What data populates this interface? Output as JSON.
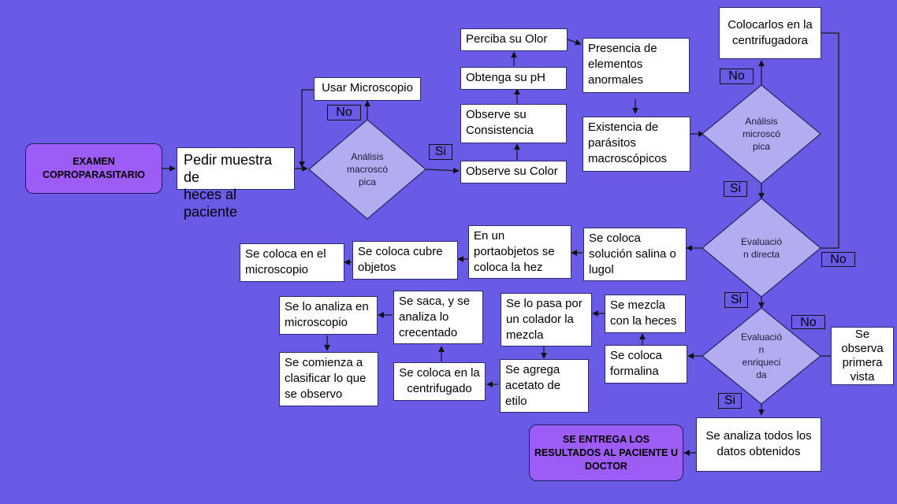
{
  "start": [
    "EXAMEN",
    "COPROPARASITARIO"
  ],
  "end": [
    "SE ENTREGA LOS",
    "RESULTADOS AL PACIENTE U",
    "DOCTOR"
  ],
  "boxes": {
    "pedir": [
      "Pedir muestra de",
      "heces al paciente"
    ],
    "usar_micro": [
      "Usar Microscopio"
    ],
    "color": [
      "Observe su Color"
    ],
    "consistencia": [
      "Observe su",
      "Consistencia"
    ],
    "ph": [
      "Obtenga su pH"
    ],
    "olor": [
      "Perciba su Olor"
    ],
    "presencia": [
      "Presencia de",
      "elementos",
      "anormales"
    ],
    "existencia": [
      "Existencia de",
      "parásitos",
      "macroscópicos"
    ],
    "centrifugadora": [
      "Colocarlos en la",
      "centrifugadora"
    ],
    "salina": [
      "Se coloca",
      "solución salina o",
      "lugol"
    ],
    "porta": [
      "En un",
      "portaobjetos se",
      "coloca la hez"
    ],
    "cubre": [
      "Se coloca cubre",
      "objetos"
    ],
    "microscopio": [
      "Se coloca en el",
      "microscopio"
    ],
    "formalina": [
      "Se coloca",
      "formalina"
    ],
    "mezcla": [
      "Se mezcla",
      "con la heces"
    ],
    "colador": [
      "Se lo pasa por",
      "un colador la",
      "mezcla"
    ],
    "acetato": [
      "Se agrega",
      "acetato de",
      "etilo"
    ],
    "centrifugado": [
      "Se coloca en la",
      "centrifugado"
    ],
    "saca": [
      "Se saca, y se",
      "analiza lo",
      "crecentado"
    ],
    "analiza_micro": [
      "Se lo analiza en",
      "microscopio"
    ],
    "clasificar": [
      "Se comienza a",
      "clasificar lo que",
      "se observo"
    ],
    "primera": [
      "Se",
      "observa",
      "primera",
      "vista"
    ],
    "datos": [
      "Se analiza todos los",
      "datos obtenidos"
    ]
  },
  "decisions": {
    "macro": [
      "Análisis",
      "macroscó",
      "pica"
    ],
    "micro": [
      "Análisis",
      "microscó",
      "pica"
    ],
    "directa": [
      "Evaluació",
      "n directa"
    ],
    "enriq": [
      "Evaluació",
      "n",
      "enriqueci",
      "da"
    ]
  },
  "tags": {
    "no1": "No",
    "si1": "Si",
    "no2": "No",
    "si2": "Si",
    "no3": "No",
    "si3": "Si",
    "no4": "No",
    "si4": "Si"
  },
  "colors": {
    "background": "#6a5be7",
    "terminal": "#9c5cf5",
    "decision": "#b3acf0",
    "box": "#ffffff"
  }
}
